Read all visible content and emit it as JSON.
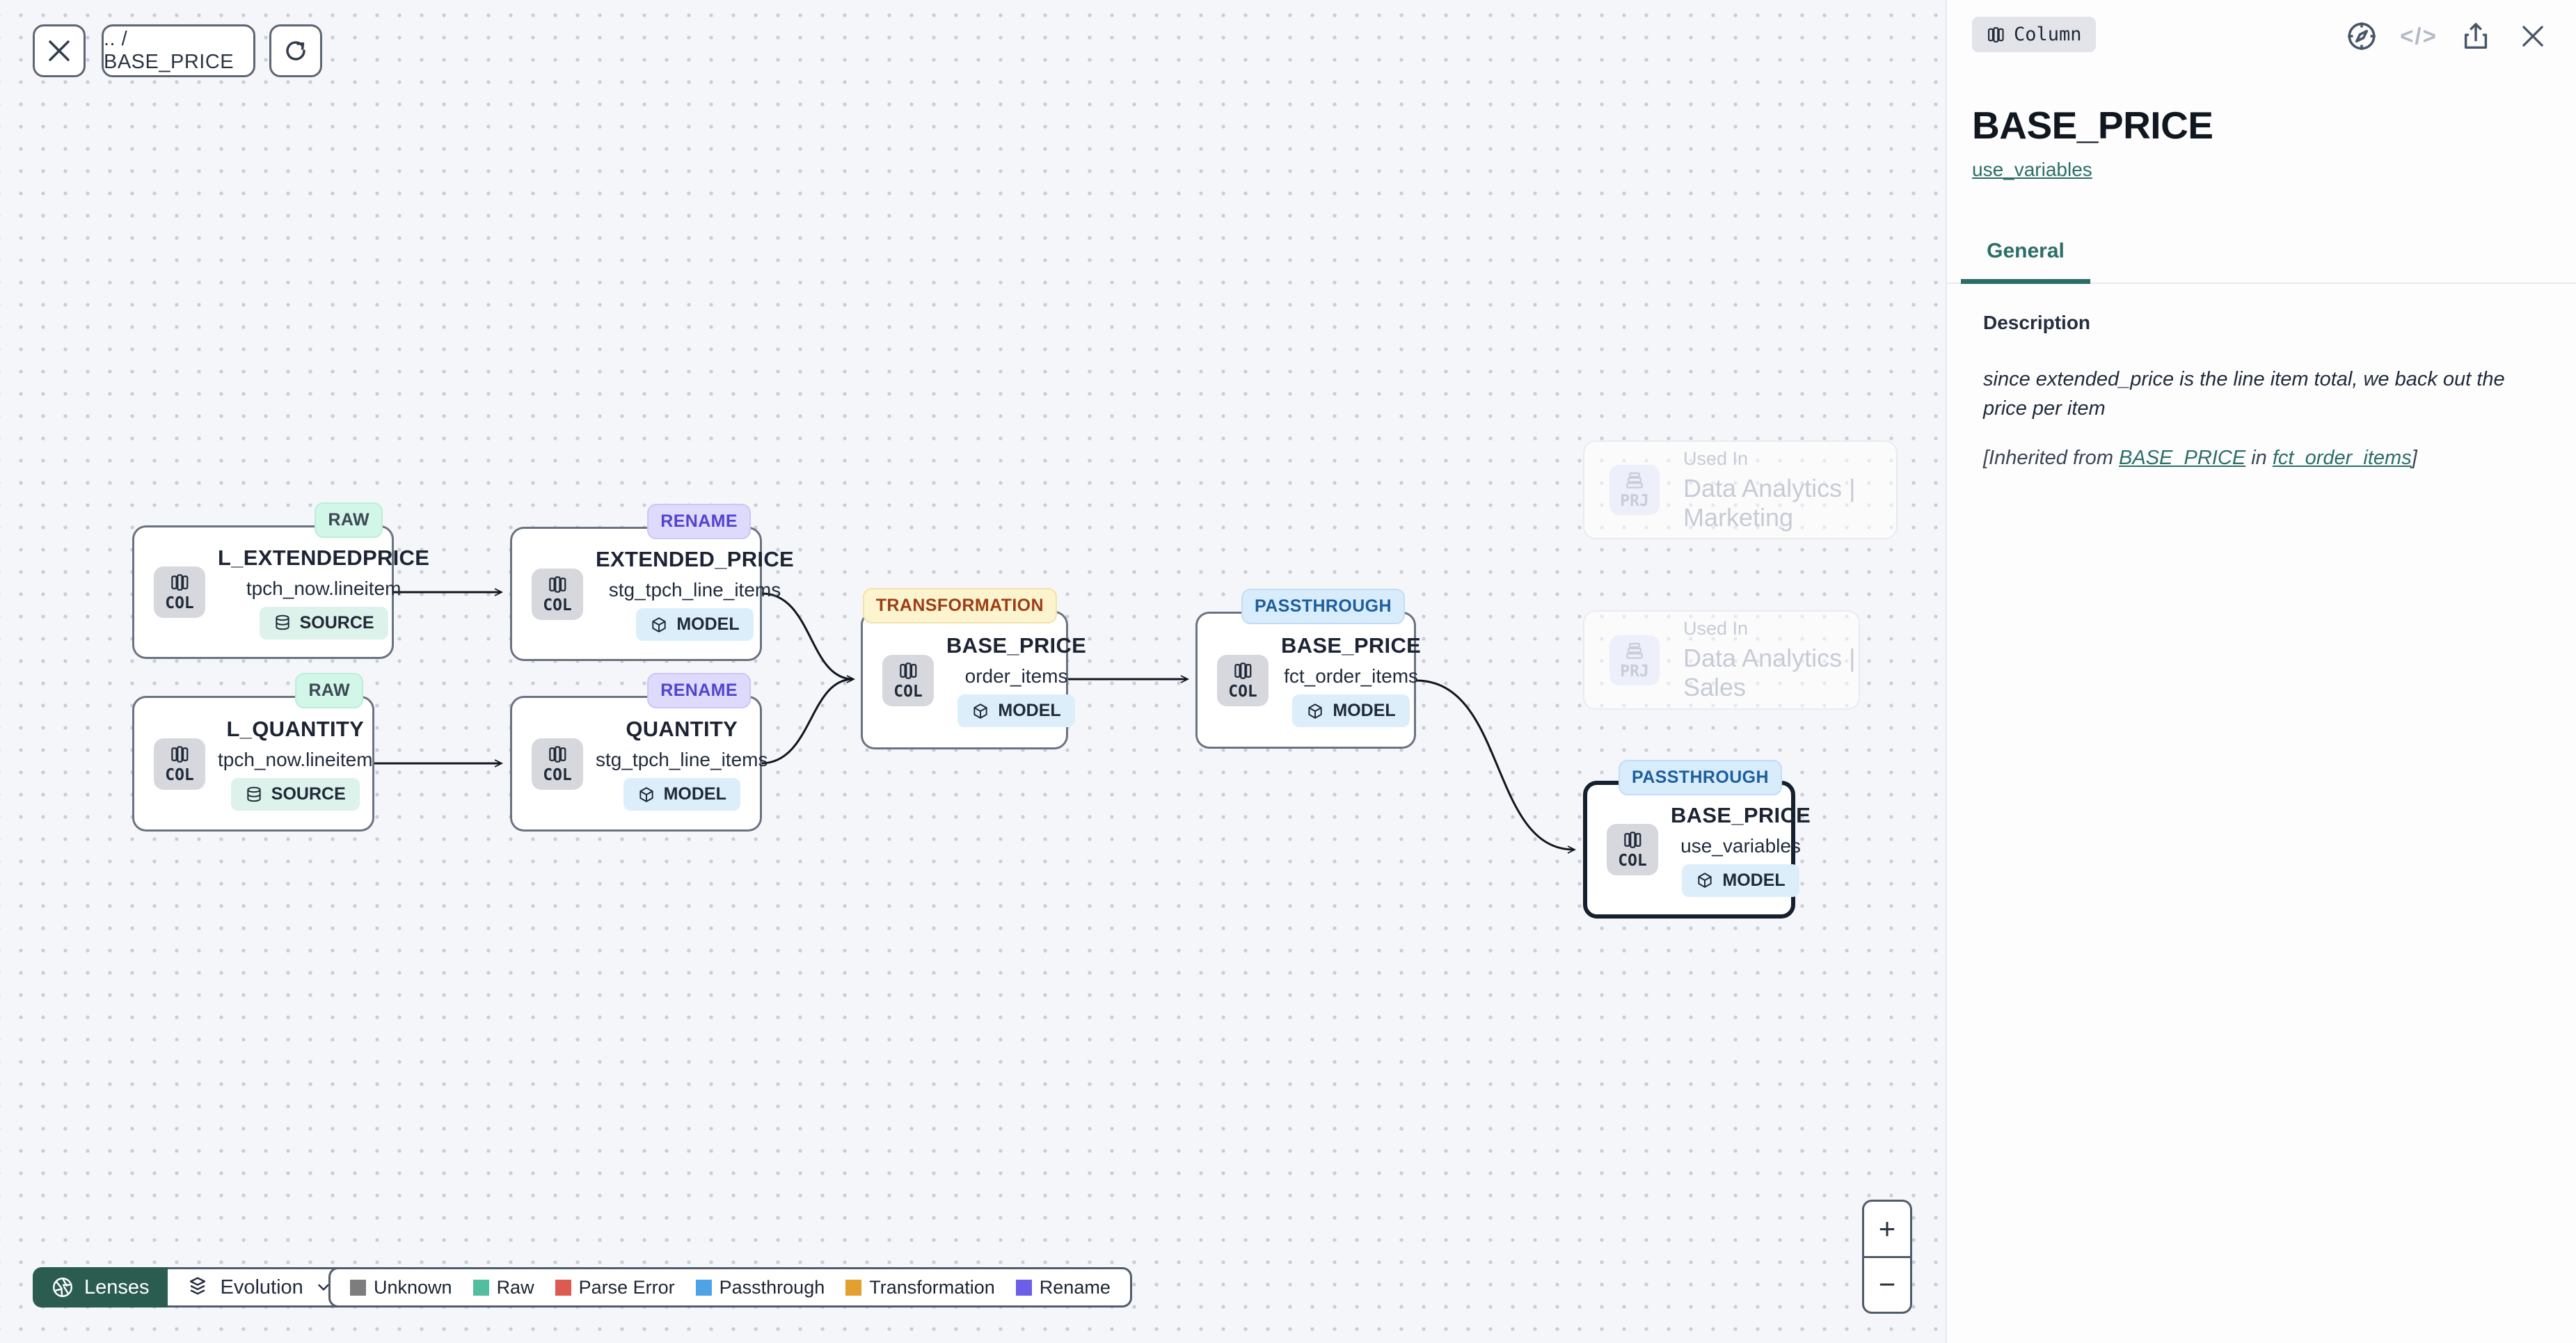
{
  "toolbar": {
    "breadcrumb": ".. / BASE_PRICE"
  },
  "nodes": [
    {
      "lens": "RAW",
      "title": "L_EXTENDEDPRICE",
      "subtitle": "tpch_now.lineitem",
      "kind": "SOURCE",
      "icon_label": "COL"
    },
    {
      "lens": "RENAME",
      "title": "EXTENDED_PRICE",
      "subtitle": "stg_tpch_line_items",
      "kind": "MODEL",
      "icon_label": "COL"
    },
    {
      "lens": "RAW",
      "title": "L_QUANTITY",
      "subtitle": "tpch_now.lineitem",
      "kind": "SOURCE",
      "icon_label": "COL"
    },
    {
      "lens": "RENAME",
      "title": "QUANTITY",
      "subtitle": "stg_tpch_line_items",
      "kind": "MODEL",
      "icon_label": "COL"
    },
    {
      "lens": "TRANSFORMATION",
      "title": "BASE_PRICE",
      "subtitle": "order_items",
      "kind": "MODEL",
      "icon_label": "COL"
    },
    {
      "lens": "PASSTHROUGH",
      "title": "BASE_PRICE",
      "subtitle": "fct_order_items",
      "kind": "MODEL",
      "icon_label": "COL"
    },
    {
      "lens": "PASSTHROUGH",
      "title": "BASE_PRICE",
      "subtitle": "use_variables",
      "kind": "MODEL",
      "icon_label": "COL"
    }
  ],
  "projects": [
    {
      "icon_label": "PRJ",
      "used_in": "Used In",
      "name": "Data Analytics | Marketing"
    },
    {
      "icon_label": "PRJ",
      "used_in": "Used In",
      "name": "Data Analytics | Sales"
    }
  ],
  "controls": {
    "lenses_label": "Lenses",
    "lens_selected": "Evolution",
    "zoom_in": "+",
    "zoom_out": "−"
  },
  "legend": [
    {
      "label": "Unknown",
      "color": "#7d7d7d"
    },
    {
      "label": "Raw",
      "color": "#53bda0"
    },
    {
      "label": "Parse Error",
      "color": "#dd5a50"
    },
    {
      "label": "Passthrough",
      "color": "#4ea3e6"
    },
    {
      "label": "Transformation",
      "color": "#e3a02f"
    },
    {
      "label": "Rename",
      "color": "#6a5fe6"
    }
  ],
  "panel": {
    "type_badge": "Column",
    "title": "BASE_PRICE",
    "subtitle_link": "use_variables",
    "tab_general": "General",
    "description": {
      "heading": "Description",
      "body": "since extended_price is the line item total, we back out the price per item",
      "inherited_prefix": "[Inherited from ",
      "inherited_link_column": "BASE_PRICE",
      "inherited_middle": " in ",
      "inherited_link_model": "fct_order_items",
      "inherited_suffix": "]"
    }
  },
  "colors": {
    "accent_teal": "#2c6e67",
    "lenses_button": "#2b5c50",
    "edge": "#10151f"
  }
}
